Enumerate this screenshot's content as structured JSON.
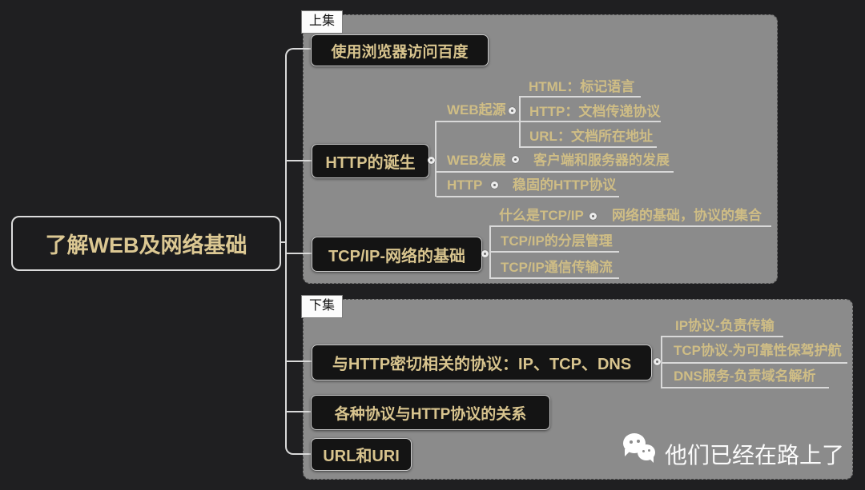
{
  "root": {
    "label": "了解WEB及网络基础"
  },
  "groups": [
    {
      "tag": "上集",
      "topics": [
        {
          "label": "使用浏览器访问百度",
          "children": []
        },
        {
          "label": "HTTP的诞生",
          "children": [
            {
              "label": "WEB起源",
              "children": [
                {
                  "label": "HTML：标记语言"
                },
                {
                  "label": "HTTP：文档传递协议"
                },
                {
                  "label": "URL：文档所在地址"
                }
              ]
            },
            {
              "label": "WEB发展",
              "children": [
                {
                  "label": "客户端和服务器的发展"
                }
              ]
            },
            {
              "label": "HTTP",
              "children": [
                {
                  "label": "稳固的HTTP协议"
                }
              ]
            }
          ]
        },
        {
          "label": "TCP/IP-网络的基础",
          "children": [
            {
              "label": "什么是TCP/IP",
              "children": [
                {
                  "label": "网络的基础，协议的集合"
                }
              ]
            },
            {
              "label": "TCP/IP的分层管理",
              "children": []
            },
            {
              "label": "TCP/IP通信传输流",
              "children": []
            }
          ]
        }
      ]
    },
    {
      "tag": "下集",
      "topics": [
        {
          "label": "与HTTP密切相关的协议：IP、TCP、DNS",
          "children": [
            {
              "label": "IP协议-负责传输"
            },
            {
              "label": "TCP协议-为可靠性保驾护航"
            },
            {
              "label": "DNS服务-负责域名解析"
            }
          ]
        },
        {
          "label": "各种协议与HTTP协议的关系",
          "children": []
        },
        {
          "label": "URL和URI",
          "children": []
        }
      ]
    }
  ],
  "watermark": {
    "icon": "wechat-icon",
    "text": "他们已经在路上了"
  },
  "colors": {
    "background": "#1f1f21",
    "boundary_fill": "#8b8b8b",
    "topic_fill": "#141414",
    "topic_border": "#c9c9c9",
    "accent_gold": "#d8c48e",
    "child_gold": "#cfbd85",
    "connector": "#d9d9d9",
    "tag_bg": "#fcfcfc",
    "watermark": "#fbfbfb"
  }
}
